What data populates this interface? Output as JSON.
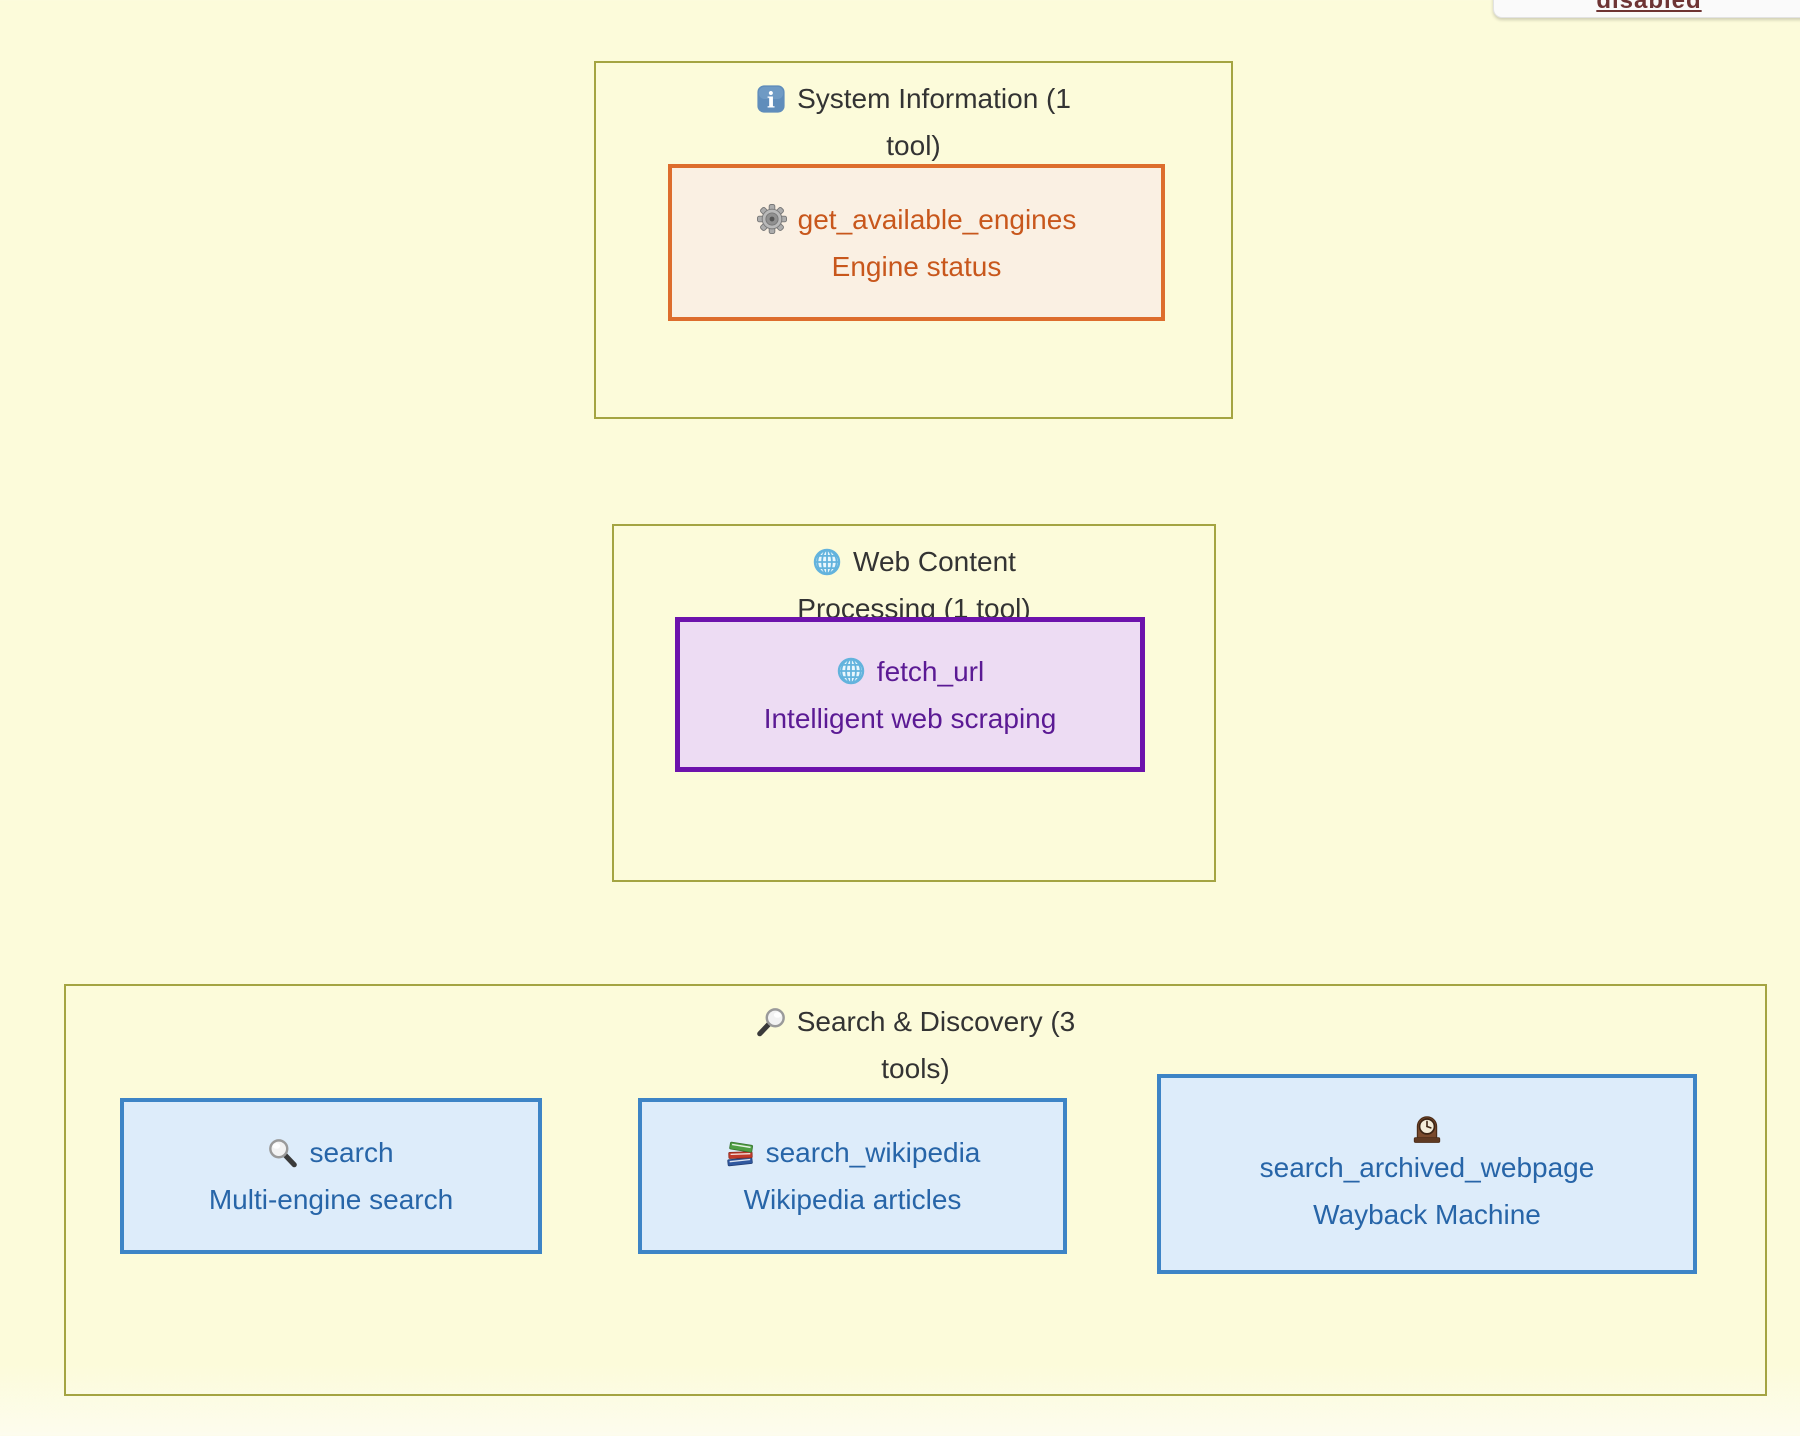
{
  "canvas": {
    "background": "#fcfbda",
    "group_border_color": "#a4a442",
    "title_text_color": "#333333"
  },
  "clipped_card": {
    "label": "disabled"
  },
  "groups": [
    {
      "id": "system-information",
      "icon": "info-icon",
      "title_line1": "System Information (1",
      "title_line2": "tool)",
      "nodes": [
        {
          "id": "get_available_engines",
          "icon": "gear-icon",
          "name": "get_available_engines",
          "description": "Engine status",
          "fill": "#faf0e3",
          "border": "#dd6d2d",
          "text_color": "#c8571c"
        }
      ]
    },
    {
      "id": "web-content-processing",
      "icon": "globe-icon",
      "title_line1": "Web Content",
      "title_line2": "Processing (1 tool)",
      "nodes": [
        {
          "id": "fetch_url",
          "icon": "globe-icon",
          "name": "fetch_url",
          "description": "Intelligent web scraping",
          "fill": "#eddcf3",
          "border": "#6d12ac",
          "text_color": "#5b1a94"
        }
      ]
    },
    {
      "id": "search-discovery",
      "icon": "magnifier-right-icon",
      "title_line1": "Search & Discovery (3",
      "title_line2": "tools)",
      "nodes": [
        {
          "id": "search",
          "icon": "magnifier-left-icon",
          "name": "search",
          "description": "Multi-engine search",
          "fill": "#ddecfa",
          "border": "#3d84c6",
          "text_color": "#2765a8"
        },
        {
          "id": "search_wikipedia",
          "icon": "books-icon",
          "name": "search_wikipedia",
          "description": "Wikipedia articles",
          "fill": "#ddecfa",
          "border": "#3d84c6",
          "text_color": "#2765a8"
        },
        {
          "id": "search_archived_webpage",
          "icon": "mantel-clock-icon",
          "name": "search_archived_webpage",
          "description": "Wayback Machine",
          "fill": "#ddecfa",
          "border": "#3d84c6",
          "text_color": "#2765a8"
        }
      ]
    }
  ]
}
